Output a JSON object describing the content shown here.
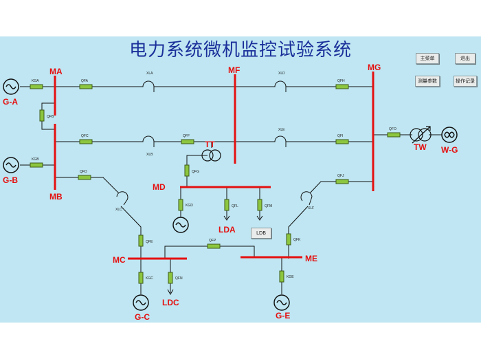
{
  "title": "电力系统微机监控试验系统",
  "buttons": {
    "main_menu": "主菜单",
    "exit": "退出",
    "measure_params": "测量参数",
    "op_log": "操作记录",
    "ldb": "LDB"
  },
  "buses": {
    "ma": "MA",
    "mb": "MB",
    "mc": "MC",
    "md": "MD",
    "me": "ME",
    "mf": "MF",
    "mg": "MG"
  },
  "generators": {
    "ga": "G-A",
    "gb": "G-B",
    "gc": "G-C",
    "ge": "G-E",
    "wg": "W-G"
  },
  "loads": {
    "lda": "LDA",
    "ldc": "LDC"
  },
  "transformers": {
    "tt": "TT",
    "tw": "TW"
  },
  "breakers": {
    "kga": "KGA",
    "kgb": "KGB",
    "kgc": "KGC",
    "kgd": "KGD",
    "kge": "KGE",
    "qfa": "QFA",
    "qfb": "QFB",
    "qfc": "QFC",
    "qfd": "QFD",
    "qfe": "QFE",
    "qff": "QFF",
    "qfg": "QFG",
    "qfh": "QFH",
    "qfi": "QFI",
    "qfj": "QFJ",
    "qfk": "QFK",
    "qfl": "QFL",
    "qfm": "QFM",
    "qfn": "QFN",
    "qfo": "QFO",
    "qfp": "QFP"
  },
  "reactors": {
    "xla": "XLA",
    "xlb": "XLB",
    "xlc": "XLC",
    "xld": "XLD",
    "xle": "XLE",
    "xlf": "XLF"
  },
  "colors": {
    "background": "#bfe6f2",
    "bus": "#e51010",
    "breaker": "#8cc63f",
    "line": "#111111",
    "title": "#1b2f9a"
  }
}
